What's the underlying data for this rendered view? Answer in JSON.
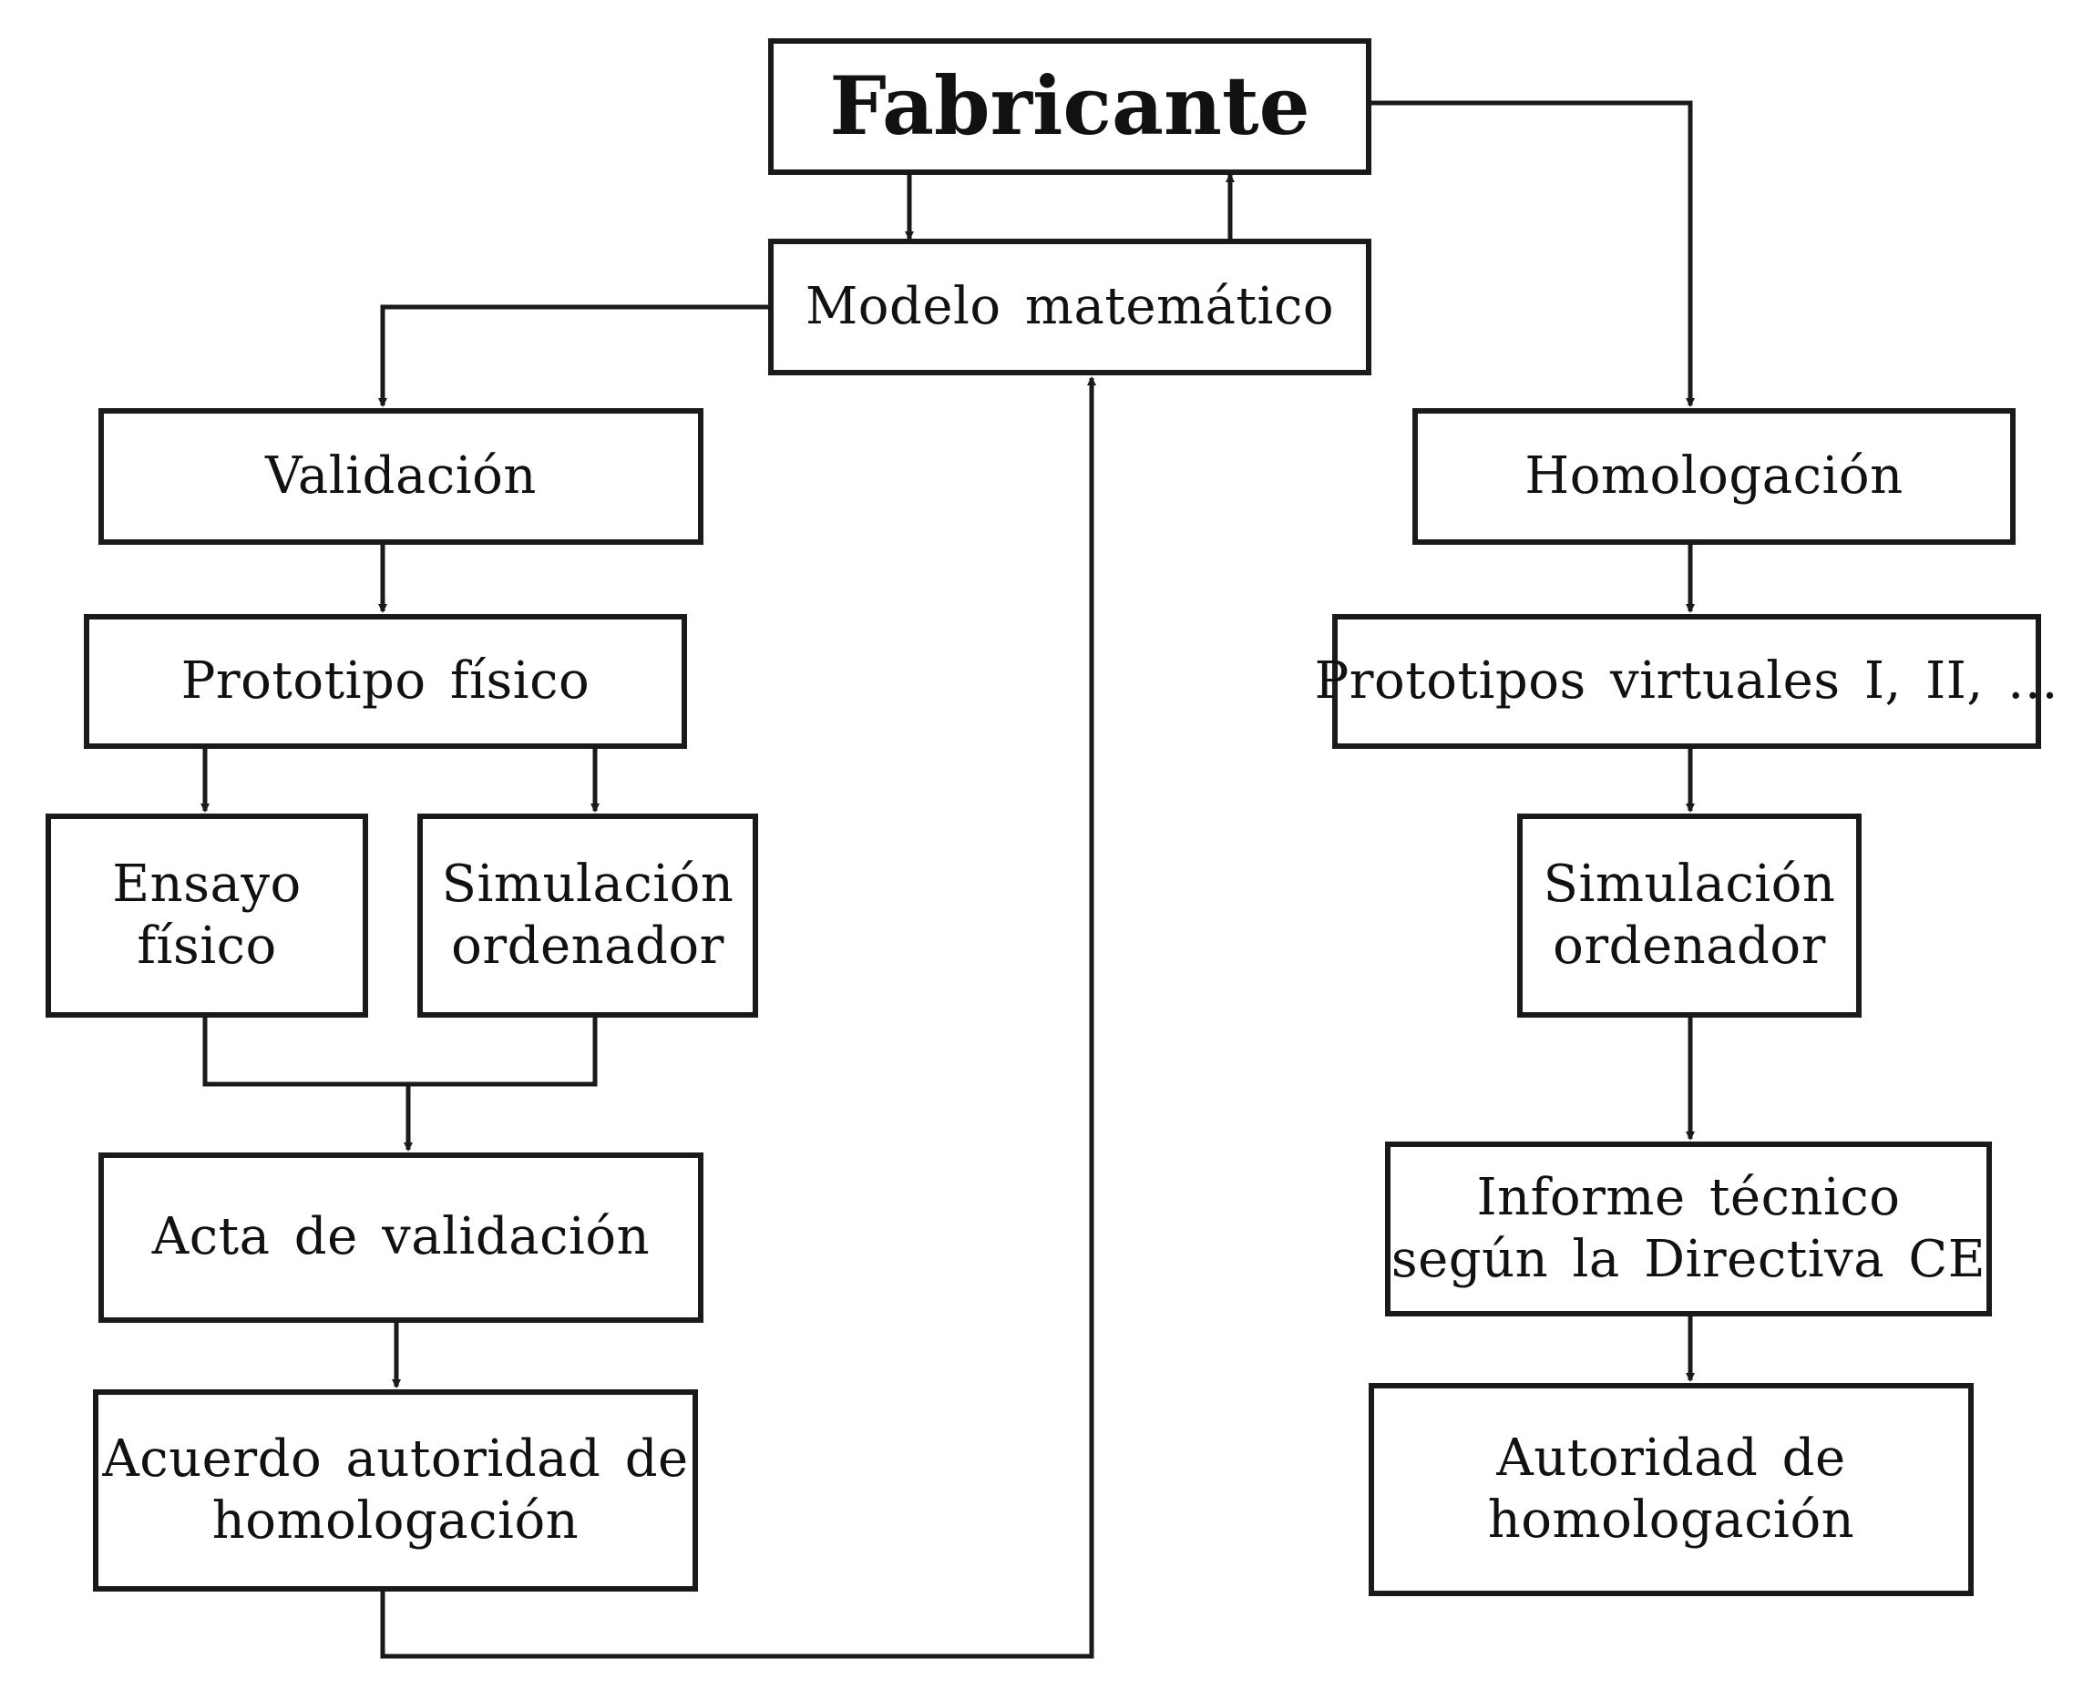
{
  "nodes": {
    "fabricante": {
      "label": "Fabricante"
    },
    "modelo": {
      "label": "Modelo matemático"
    },
    "validacion": {
      "label": "Validación"
    },
    "prototipo_fisico": {
      "label": "Prototipo físico"
    },
    "ensayo_fisico": {
      "line1": "Ensayo",
      "line2": "físico"
    },
    "simulacion_left": {
      "line1": "Simulación",
      "line2": "ordenador"
    },
    "acta": {
      "label": "Acta de validación"
    },
    "acuerdo": {
      "line1": "Acuerdo autoridad de",
      "line2": "homologación"
    },
    "homologacion": {
      "label": "Homologación"
    },
    "prototipos_virtuales": {
      "label": "Prototipos virtuales I, II, …"
    },
    "simulacion_right": {
      "line1": "Simulación",
      "line2": "ordenador"
    },
    "informe": {
      "line1": "Informe técnico",
      "line2": "según la Directiva CE"
    },
    "autoridad": {
      "line1": "Autoridad de",
      "line2": "homologación"
    }
  },
  "colors": {
    "line": "#1a1a1a",
    "text": "#111111",
    "background": "#ffffff"
  }
}
